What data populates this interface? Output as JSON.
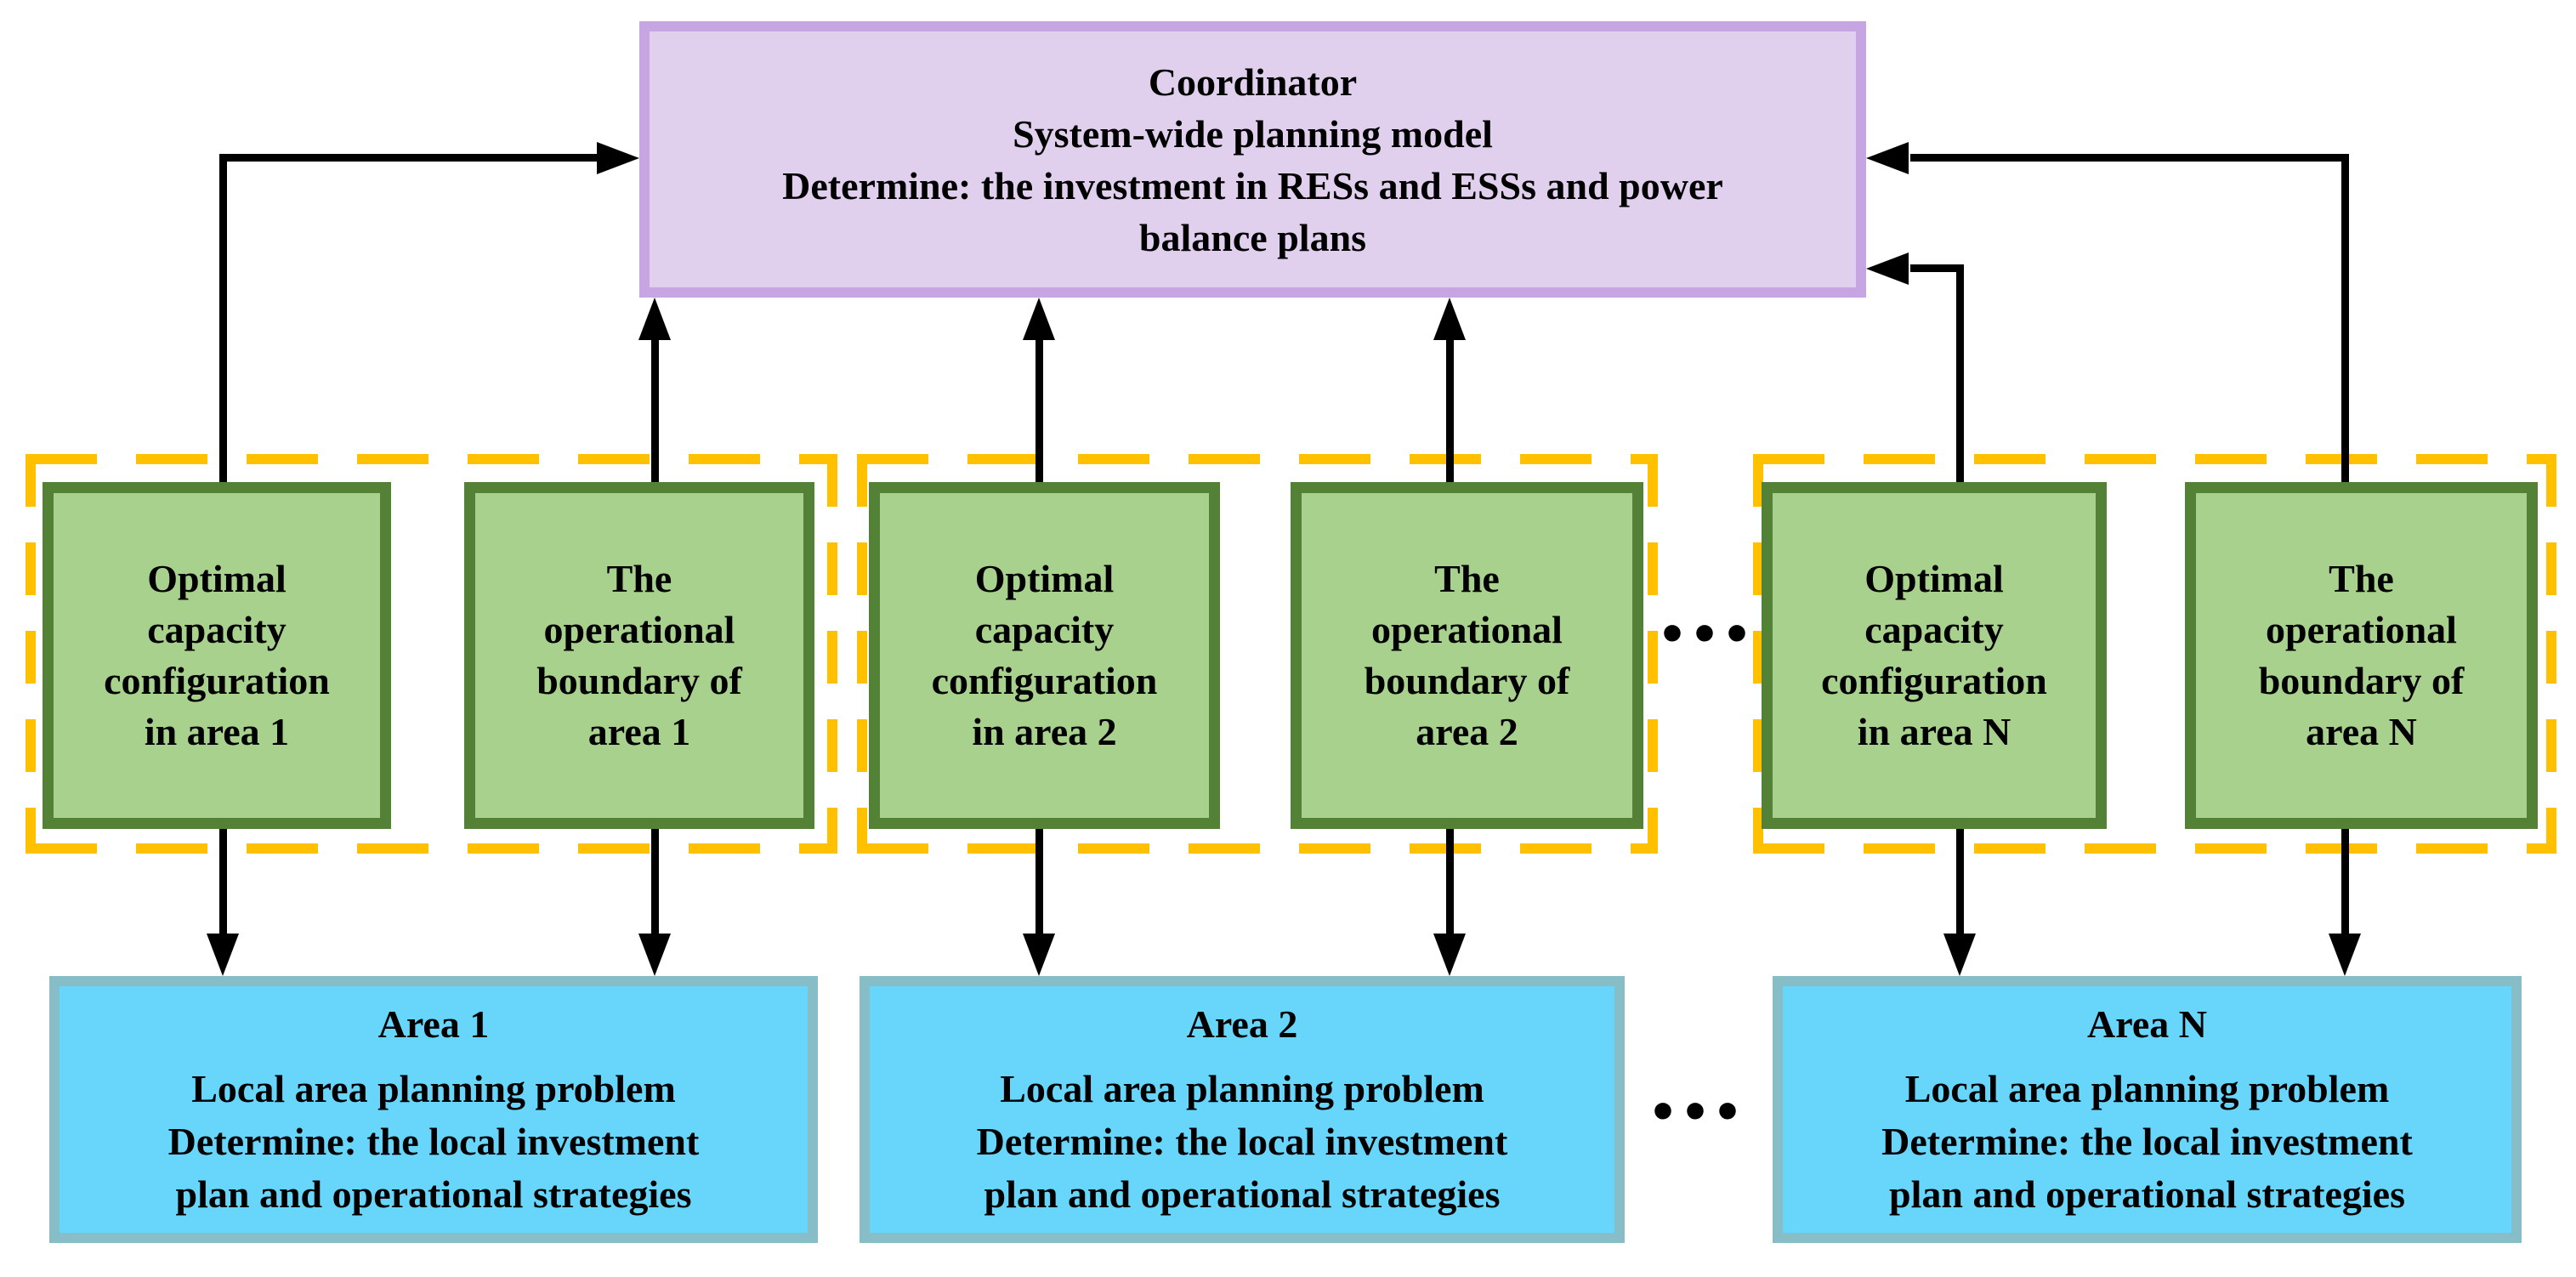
{
  "colors": {
    "purple_fill": "#E0D0EE",
    "purple_border": "#C7A5E2",
    "green_fill": "#A9D18E",
    "green_border": "#538135",
    "cyan_fill": "#68D5FB",
    "cyan_border": "#86BDC7",
    "dash_yellow": "#FFC000",
    "arrow_black": "#000000"
  },
  "coordinator": {
    "lines": [
      "Coordinator",
      "System-wide planning model",
      "Determine: the investment in RESs and ESSs and power",
      "balance plans"
    ]
  },
  "groups": [
    {
      "capacity_box": {
        "lines": [
          "Optimal",
          "capacity",
          "configuration",
          "in area 1"
        ]
      },
      "boundary_box": {
        "lines": [
          "The",
          "operational",
          "boundary of",
          "area 1"
        ]
      }
    },
    {
      "capacity_box": {
        "lines": [
          "Optimal",
          "capacity",
          "configuration",
          "in area 2"
        ]
      },
      "boundary_box": {
        "lines": [
          "The",
          "operational",
          "boundary of",
          "area 2"
        ]
      }
    },
    {
      "capacity_box": {
        "lines": [
          "Optimal",
          "capacity",
          "configuration",
          "in area N"
        ]
      },
      "boundary_box": {
        "lines": [
          "The",
          "operational",
          "boundary of",
          "area N"
        ]
      }
    }
  ],
  "areas": [
    {
      "lines": [
        "Area 1",
        "Local area planning problem",
        "Determine: the local investment",
        "plan and operational strategies"
      ]
    },
    {
      "lines": [
        "Area 2",
        "Local area planning problem",
        "Determine: the local investment",
        "plan and operational strategies"
      ]
    },
    {
      "lines": [
        "Area N",
        "Local area planning problem",
        "Determine: the local investment",
        "plan and operational strategies"
      ]
    }
  ],
  "ellipsis": "..."
}
